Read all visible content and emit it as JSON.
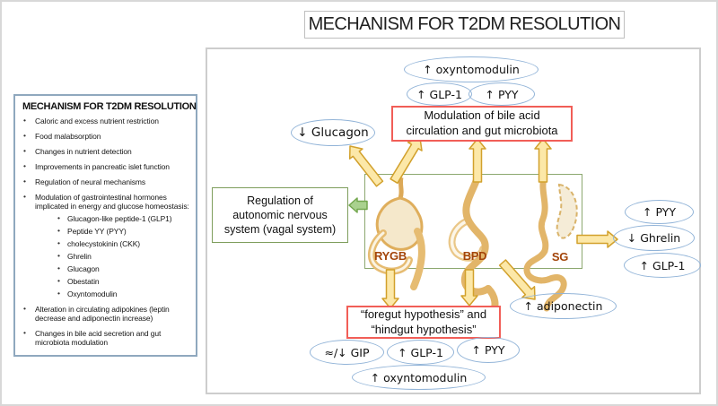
{
  "header": {
    "title": "MECHANISM FOR T2DM RESOLUTION"
  },
  "sidebar": {
    "title": "MECHANISM FOR T2DM RESOLUTION",
    "items": [
      "Caloric and excess nutrient restriction",
      "Food malabsorption",
      "Changes in nutrient detection",
      "Improvements in pancreatic islet function",
      "Regulation of neural mechanisms",
      {
        "text": "Modulation of gastrointestinal hormones implicated in energy and glucose homeostasis:",
        "sub": [
          "Glucagon-like peptide-1 (GLP1)",
          "Peptide YY (PYY)",
          "cholecystokinin (CKK)",
          "Ghrelin",
          "Glucagon",
          "Obestatin",
          "Oxyntomodulin"
        ]
      },
      "Alteration in circulating adipokines (leptin decrease and adiponectin increase)",
      "Changes in bile acid secretion and gut microbiota modulation"
    ]
  },
  "diagram": {
    "top_ellipses": {
      "oxyntomodulin": "↑ oxyntomodulin",
      "glp1": "↑ GLP-1",
      "pyy": "↑ PYY"
    },
    "bile_box_lines": [
      "Modulation of bile acid",
      "circulation and gut microbiota"
    ],
    "glucagon_ellipse": "↓ Glucagon",
    "vagal_box_lines": [
      "Regulation of",
      "autonomic nervous",
      "system (vagal system)"
    ],
    "surgeries": [
      "RYGB",
      "BPD",
      "SG"
    ],
    "right_ellipses": {
      "pyy": "↑ PYY",
      "ghrelin": "↓ Ghrelin",
      "glp1": "↑ GLP-1"
    },
    "adiponectin_ellipse": "↑ adiponectin",
    "hypothesis_box_lines": [
      "“foregut hypothesis” and",
      "“hindgut hypothesis”"
    ],
    "bottom_ellipses": {
      "gip": "≈/↓ GIP",
      "glp1": "↑ GLP-1",
      "pyy": "↑ PYY",
      "oxyntomodulin": "↑ oxyntomodulin"
    }
  },
  "colors": {
    "red_box_border": "#F15E57",
    "green_box_border": "#7E9E5C",
    "anatomy_frame_border": "#8CA86F",
    "ellipse_border": "#92B4D8",
    "sidebar_border": "#8FA8BE",
    "arrow_fill": "#FCE8A8",
    "arrow_stroke": "#D2A12C",
    "green_arrow_fill": "#A9D18E",
    "green_arrow_stroke": "#73A74E",
    "surgery_label_color": "#A3450A",
    "anatomy_stroke": "#E2B569"
  }
}
